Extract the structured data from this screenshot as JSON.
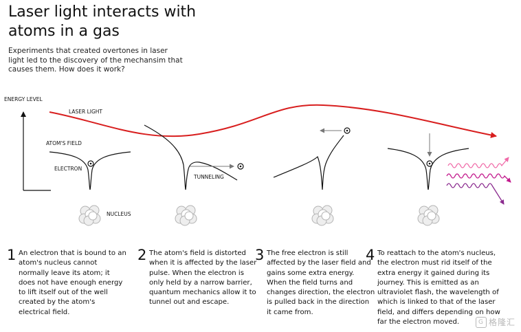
{
  "header": {
    "title": "Laser light interacts with atoms in a gas",
    "subtitle": "Experiments that created overtones in laser light led to the discovery of the mechansim that causes them. How does it work?"
  },
  "labels": {
    "energy_level": "ENERGY LEVEL",
    "laser_light": "LASER LIGHT",
    "atoms_field": "ATOM'S FIELD",
    "electron": "ELECTRON",
    "tunneling": "TUNNELING",
    "nucleus": "NUCLEUS"
  },
  "colors": {
    "laser": "#d81e1e",
    "flash_pink": "#f06aa8",
    "flash_magenta": "#c2188c",
    "flash_purple": "#8a2a8e"
  },
  "steps": [
    {
      "number": "1",
      "text": "An electron that is bound to an atom's nucleus cannot normally leave its atom; it does not have enough energy to lift itself out of the well created by the atom's electrical field."
    },
    {
      "number": "2",
      "text": "The atom's field is distorted when it is affected by the laser pulse. When the electron is only held by a narrow barrier, quantum mechanics allow it to tunnel out and escape."
    },
    {
      "number": "3",
      "text": "The free electron is still affected by the laser field and gains some extra energy. When the field turns and changes direction, the electron is pulled back in the direction it came from."
    },
    {
      "number": "4",
      "text": "To reattach to the atom's nucleus, the electron must rid itself of the extra energy it gained during its journey. This is emitted as an ultraviolet flash, the wavelength of which is linked to that of the laser field, and differs depending on how far the electron moved."
    }
  ],
  "watermark": {
    "icon": "G",
    "text": "格隆汇"
  }
}
